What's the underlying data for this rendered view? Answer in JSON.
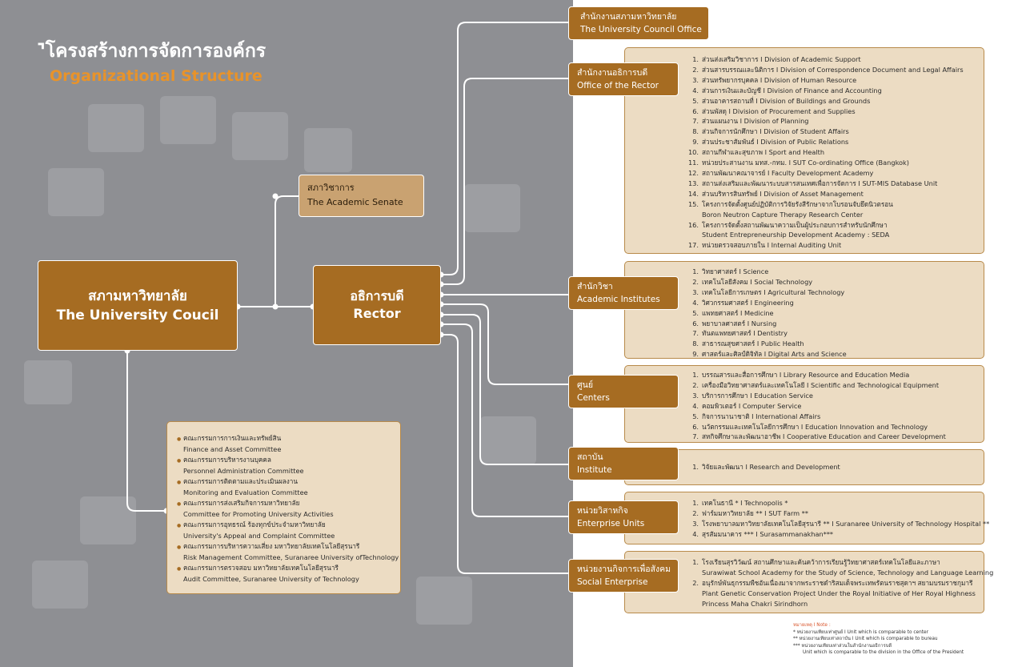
{
  "title": {
    "th": "โครงสร้างการจัดการองค์กร",
    "en": "Organizational Structure"
  },
  "colors": {
    "brown": "#a66c22",
    "senate": "#c9a271",
    "info_bg": "#ecdcc3",
    "gray_bg": "#8e8f93",
    "orange": "#e8932a"
  },
  "council": {
    "th": "สภามหาวิทยาลัย",
    "en": "The University Coucil"
  },
  "rector": {
    "th": "อธิการบดี",
    "en": "Rector"
  },
  "senate": {
    "th": "สภาวิชาการ",
    "en": "The Academic Senate"
  },
  "council_office": {
    "th": "สำนักงานสภามหาวิทยาลัย",
    "en": "The University Council Office"
  },
  "office_rector": {
    "th": "สำนักงานอธิการบดี",
    "en": "Office of the Rector",
    "items": [
      {
        "n": "1.",
        "t": "ส่วนส่งเสริมวิชาการ I Division of Academic Support"
      },
      {
        "n": "2.",
        "t": "ส่วนสารบรรณและนิติการ I Division of Correspondence Document and Legal Affairs"
      },
      {
        "n": "3.",
        "t": "ส่วนทรัพยากรบุคคล I Division of Human Resource"
      },
      {
        "n": "4.",
        "t": "ส่วนการเงินและบัญชี I Division of Finance and Accounting"
      },
      {
        "n": "5.",
        "t": "ส่วนอาคารสถานที่ I Division of Buildings and Grounds"
      },
      {
        "n": "6.",
        "t": "ส่วนพัสดุ I Division of Procurement and Supplies"
      },
      {
        "n": "7.",
        "t": "ส่วนแผนงาน I Division of Planning"
      },
      {
        "n": "8.",
        "t": "ส่วนกิจการนักศึกษา I Division of Student Affairs"
      },
      {
        "n": "9.",
        "t": "ส่วนประชาสัมพันธ์ I Division of Public Relations"
      },
      {
        "n": "10.",
        "t": "สถานกีฬาและสุขภาพ I Sport and Health"
      },
      {
        "n": "11.",
        "t": "หน่วยประสานงาน มทส.-กทม. I SUT Co-ordinating Office (Bangkok)"
      },
      {
        "n": "12.",
        "t": "สถานพัฒนาคณาจารย์ I Faculty Development Academy"
      },
      {
        "n": "13.",
        "t": "สถานส่งเสริมและพัฒนาระบบสารสนเทศเพื่อการจัดการ I SUT-MIS Database Unit"
      },
      {
        "n": "14.",
        "t": "ส่วนบริหารสินทรัพย์ I Division of Asset Management"
      },
      {
        "n": "15.",
        "t": "โครงการจัดตั้งศูนย์ปฏิบัติการวิจัยรังสีรักษาจากโบรอนจับยึดนิวตรอน",
        "s": "Boron Neutron Capture Therapy Research Center"
      },
      {
        "n": "16.",
        "t": "โครงการจัดตั้งสถานพัฒนาความเป็นผู้ประกอบการสำหรับนักศึกษา",
        "s": "Student Entrepreneurship Development Academy : SEDA"
      },
      {
        "n": "17.",
        "t": "หน่วยตรวจสอบภายใน I Internal Auditing Unit"
      }
    ]
  },
  "academic_institutes": {
    "th": "สำนักวิชา",
    "en": "Academic Institutes",
    "items": [
      {
        "n": "1.",
        "t": "วิทยาศาสตร์ I Science"
      },
      {
        "n": "2.",
        "t": "เทคโนโลยีสังคม I Social Technology"
      },
      {
        "n": "3.",
        "t": "เทคโนโลยีการเกษตร I Agricultural Technology"
      },
      {
        "n": "4.",
        "t": "วิศวกรรมศาสตร์ I Engineering"
      },
      {
        "n": "5.",
        "t": "แพทยศาสตร์ I Medicine"
      },
      {
        "n": "6.",
        "t": "พยาบาลศาสตร์ I Nursing"
      },
      {
        "n": "7.",
        "t": "ทันตแพทยศาสตร์ I Dentistry"
      },
      {
        "n": "8.",
        "t": "สาธารณสุขศาสตร์ I Public Health"
      },
      {
        "n": "9.",
        "t": "ศาสตร์และศิลป์ดิจิทัล I Digital Arts and Science"
      }
    ]
  },
  "centers": {
    "th": "ศูนย์",
    "en": "Centers",
    "items": [
      {
        "n": "1.",
        "t": "บรรณสารและสื่อการศึกษา I Library Resource and Education Media"
      },
      {
        "n": "2.",
        "t": "เครื่องมือวิทยาศาสตร์และเทคโนโลยี I Scientific and Technological Equipment"
      },
      {
        "n": "3.",
        "t": "บริการการศึกษา I Education Service"
      },
      {
        "n": "4.",
        "t": "คอมพิวเตอร์ I Computer Service"
      },
      {
        "n": "5.",
        "t": "กิจการนานาชาติ I International Affairs"
      },
      {
        "n": "6.",
        "t": "นวัตกรรมและเทคโนโลยีการศึกษา I Education Innovation and Technology"
      },
      {
        "n": "7.",
        "t": "สหกิจศึกษาและพัฒนาอาชีพ I Cooperative Education and Career Development"
      }
    ]
  },
  "institute": {
    "th": "สถาบัน",
    "en": "Institute",
    "items": [
      {
        "n": "1.",
        "t": "วิจัยและพัฒนา I Research and Development"
      }
    ]
  },
  "enterprise": {
    "th": "หน่วยวิสาหกิจ",
    "en": "Enterprise Units",
    "items": [
      {
        "n": "1.",
        "t": "เทคโนธานี * I Technopolis *"
      },
      {
        "n": "2.",
        "t": "ฟาร์มมหาวิทยาลัย ** I SUT Farm **"
      },
      {
        "n": "3.",
        "t": "โรงพยาบาลมหาวิทยาลัยเทคโนโลยีสุรนารี ** I Suranaree University of Technology Hospital **"
      },
      {
        "n": "4.",
        "t": "สุรสัมมนาคาร *** I Surasammanakhan***"
      }
    ]
  },
  "social": {
    "th": "หน่วยงานกิจการเพื่อสังคม",
    "en": "Social Enterprise",
    "items": [
      {
        "n": "1.",
        "t": "โรงเรียนสุรวิวัฒน์ สถานศึกษาและค้นคว้าการเรียนรู้วิทยาศาสตร์เทคโนโลยีและภาษา",
        "s": "Surawiwat School Academy for the Study of Science, Technology and Language Learning"
      },
      {
        "n": "2.",
        "t": "อนุรักษ์พันธุกรรมพืชอันเนื่องมาจากพระราชดำริสมเด็จพระเทพรัตนราชสุดาฯ สยามบรมราชกุมารี",
        "s": "Plant Genetic Conservation Project Under the Royal Initiative of Her Royal Highness",
        "s2": "Princess Maha Chakri Sirindhorn"
      }
    ]
  },
  "committees": [
    {
      "th": "คณะกรรมการการเงินและทรัพย์สิน",
      "en": "Finance and Asset Committee"
    },
    {
      "th": "คณะกรรมการบริหารงานบุคคล",
      "en": "Personnel Administration Committee"
    },
    {
      "th": "คณะกรรมการติดตามและประเมินผลงาน",
      "en": "Monitoring and Evaluation Committee"
    },
    {
      "th": "คณะกรรมการส่งเสริมกิจการมหาวิทยาลัย",
      "en": "Committee for Promoting University Activities"
    },
    {
      "th": "คณะกรรมการอุทธรณ์ ร้องทุกข์ประจำมหาวิทยาลัย",
      "en": "University's Appeal and Complaint Committee"
    },
    {
      "th": "คณะกรรมการบริหารความเสี่ยง มหาวิทยาลัยเทคโนโลยีสุรนารี",
      "en": "Risk Management Committee, Suranaree University ofTechnology"
    },
    {
      "th": "คณะกรรมการตรวจสอบ มหาวิทยาลัยเทคโนโลยีสุรนารี",
      "en": "Audit Committee, Suranaree University of Technology"
    }
  ],
  "note": {
    "title": "หมายเหตุ I Note :",
    "l1": "* หน่วยงานเทียบเท่าศูนย์ I Unit which is comparable to center",
    "l2": "** หน่วยงานเทียบเท่าสถาบัน I Unit which is comparable to bureau",
    "l3": "*** หน่วยงานเทียบเท่าส่วนในสำนักงานอธิการบดี",
    "l4": "Unit which is comparable to the division in the Office of the President"
  }
}
